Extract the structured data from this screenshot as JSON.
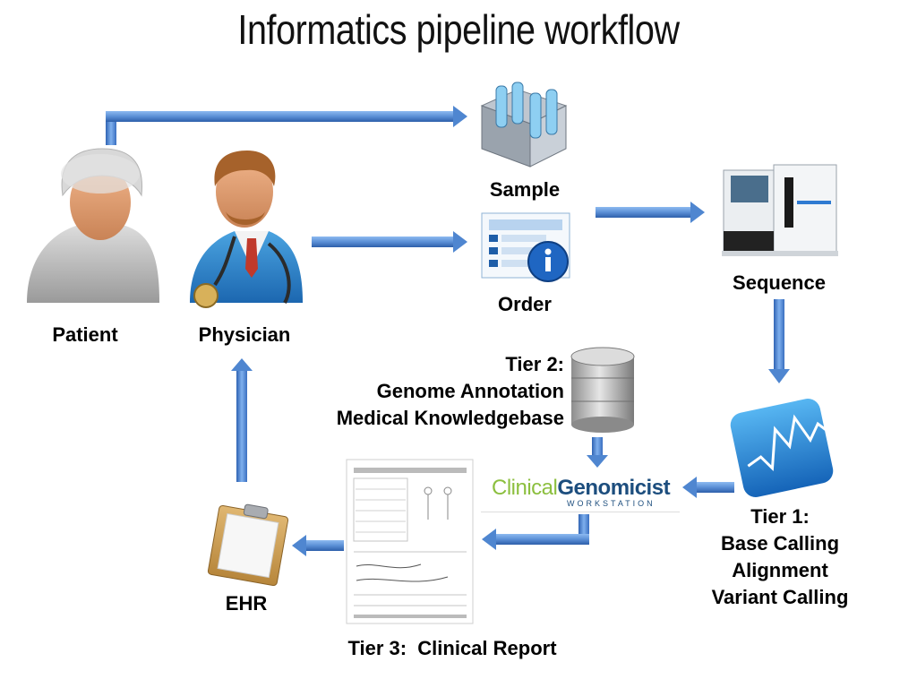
{
  "title": "Informatics pipeline workflow",
  "nodes": {
    "patient": "Patient",
    "physician": "Physician",
    "sample": "Sample",
    "order": "Order",
    "sequence": "Sequence",
    "ehr": "EHR"
  },
  "tier1": {
    "heading": "Tier 1:",
    "lines": [
      "Base Calling",
      "Alignment",
      "Variant Calling"
    ]
  },
  "tier2": {
    "heading": "Tier 2:",
    "lines": [
      "Genome Annotation",
      "Medical Knowledgebase"
    ]
  },
  "tier3": {
    "label": "Tier 3:  Clinical Report"
  },
  "logo": {
    "part1": "Clinical",
    "part2": "Genomicist",
    "sub": "WORKSTATION"
  },
  "colors": {
    "arrow": "#5b8fd6",
    "arrow_dark": "#2d5faa"
  }
}
